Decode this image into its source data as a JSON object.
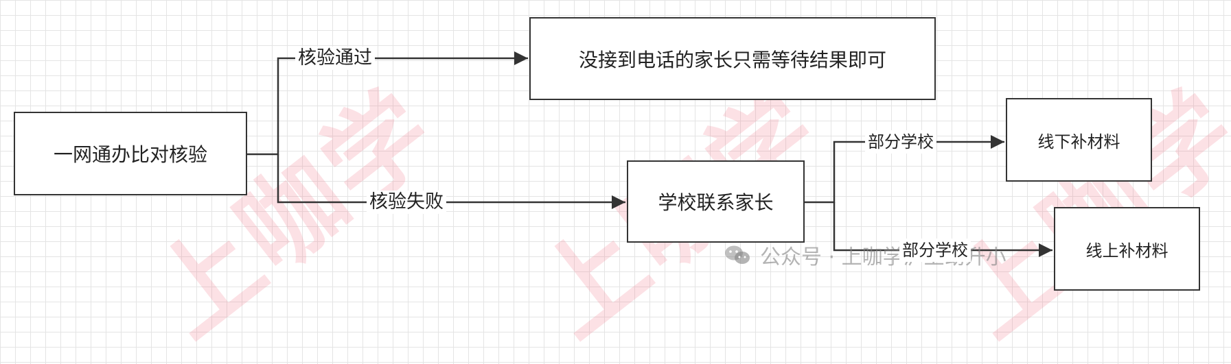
{
  "watermark": {
    "text": "上咖学"
  },
  "nodes": {
    "start": "一网通办比对核验",
    "pass_result": "没接到电话的家长只需等待结果即可",
    "contact": "学校联系家长",
    "offline": "线下补材料",
    "online": "线上补材料"
  },
  "edges": {
    "pass": "核验通过",
    "fail": "核验失败",
    "part_a": "部分学校",
    "part_b": "部分学校"
  },
  "footer": {
    "icon": "wechat-icon",
    "text": "公众号 · 上咖学沪上幼升小"
  },
  "colors": {
    "line": "#333333",
    "watermark": "#f27887",
    "grid": "#e4e4e4"
  }
}
